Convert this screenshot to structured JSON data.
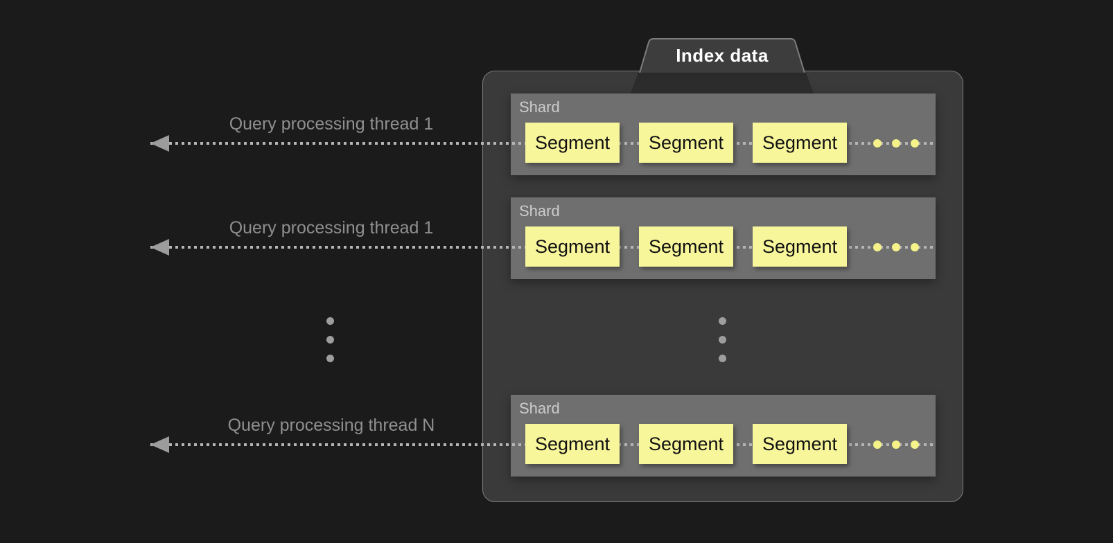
{
  "title": "Index data",
  "threads": [
    {
      "label": "Query processing thread 1"
    },
    {
      "label": "Query processing thread 1"
    },
    {
      "label": "Query processing thread N"
    }
  ],
  "shards": [
    {
      "label": "Shard",
      "segments": [
        "Segment",
        "Segment",
        "Segment"
      ]
    },
    {
      "label": "Shard",
      "segments": [
        "Segment",
        "Segment",
        "Segment"
      ]
    },
    {
      "label": "Shard",
      "segments": [
        "Segment",
        "Segment",
        "Segment"
      ]
    }
  ],
  "icons": {
    "arrow": "left-arrowhead",
    "segment_ellipsis": "three-yellow-dots",
    "repeat_ellipsis": "vertical-three-dots"
  },
  "colors": {
    "background": "#1b1b1b",
    "container_bg": "#3a3a3a",
    "container_border": "#7d7d7d",
    "tab_bg": "#3d3d3d",
    "shard_bg": "#6f6f6f",
    "shard_label": "#cccccc",
    "segment_bg": "#f8f69b",
    "segment_text": "#111111",
    "accent_yellow": "#f4f289",
    "line": "#b5b5b5",
    "arrow": "#9c9c9c",
    "thread_label": "#8f8f8f",
    "ellipsis_dot": "#9e9e9e",
    "title_text": "#ffffff"
  }
}
